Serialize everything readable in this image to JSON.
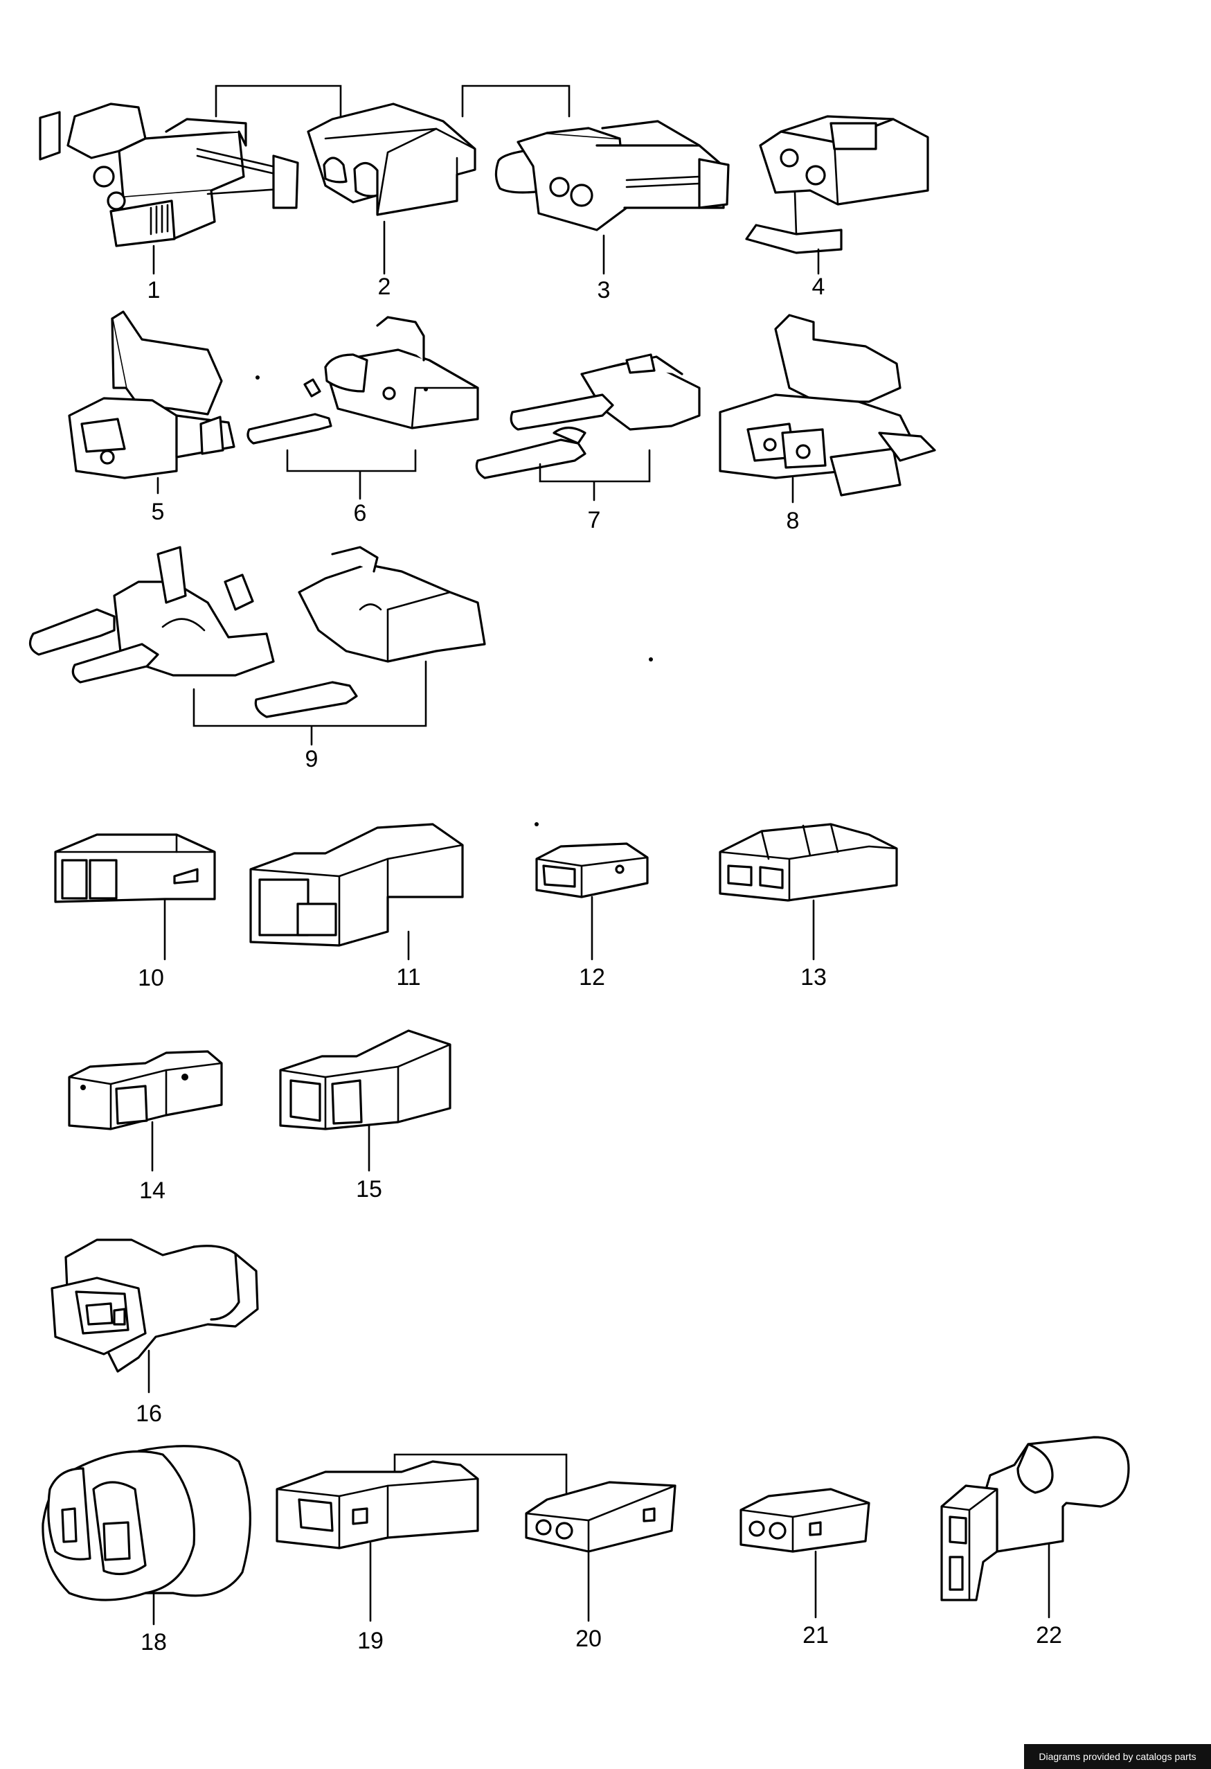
{
  "callouts": [
    "1",
    "2",
    "3",
    "4",
    "5",
    "6",
    "7",
    "8",
    "9",
    "10",
    "11",
    "12",
    "13",
    "14",
    "15",
    "16",
    "18",
    "19",
    "20",
    "21",
    "22"
  ],
  "credit": "Diagrams provided by catalogs parts"
}
